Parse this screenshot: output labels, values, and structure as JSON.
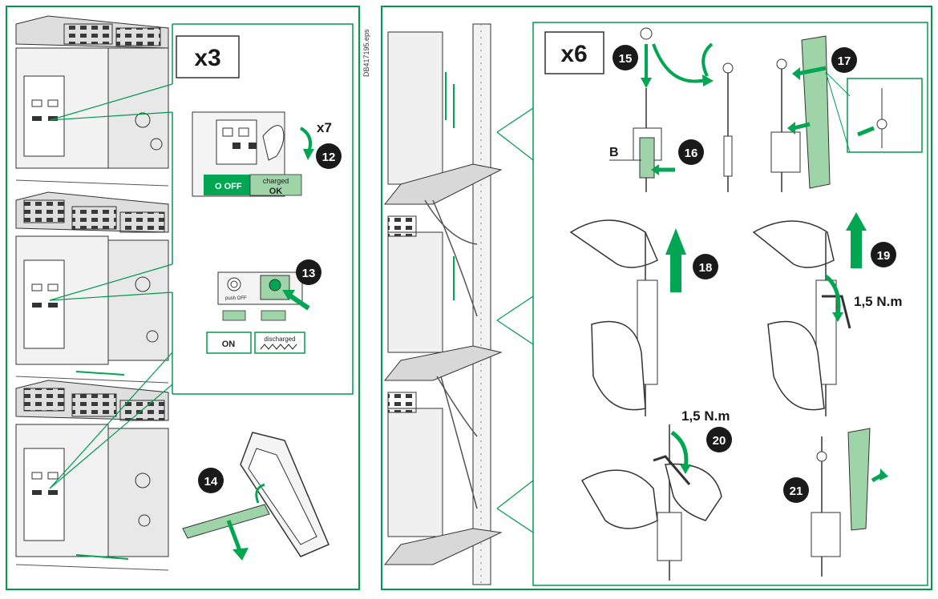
{
  "doc_code": "DB417195.eps",
  "left_panel": {
    "multiplier": "x3",
    "step12": {
      "number": "12",
      "repeat": "x7",
      "off_label": "O OFF",
      "charged_label": "charged",
      "ok_label": "OK"
    },
    "step13": {
      "number": "13",
      "push_off": "push OFF",
      "on_label": "ON",
      "discharged_label": "discharged"
    },
    "step14": {
      "number": "14"
    }
  },
  "right_panel": {
    "multiplier": "x6",
    "steps": [
      "15",
      "16",
      "17",
      "18",
      "19",
      "20",
      "21"
    ],
    "label_b": "B",
    "torque_19": "1,5 N.m",
    "torque_20": "1,5 N.m"
  },
  "colors": {
    "frame": "#009a4e",
    "accent": "#00a651",
    "badge": "#1a1a1a",
    "light_green": "#9fd3a8"
  }
}
